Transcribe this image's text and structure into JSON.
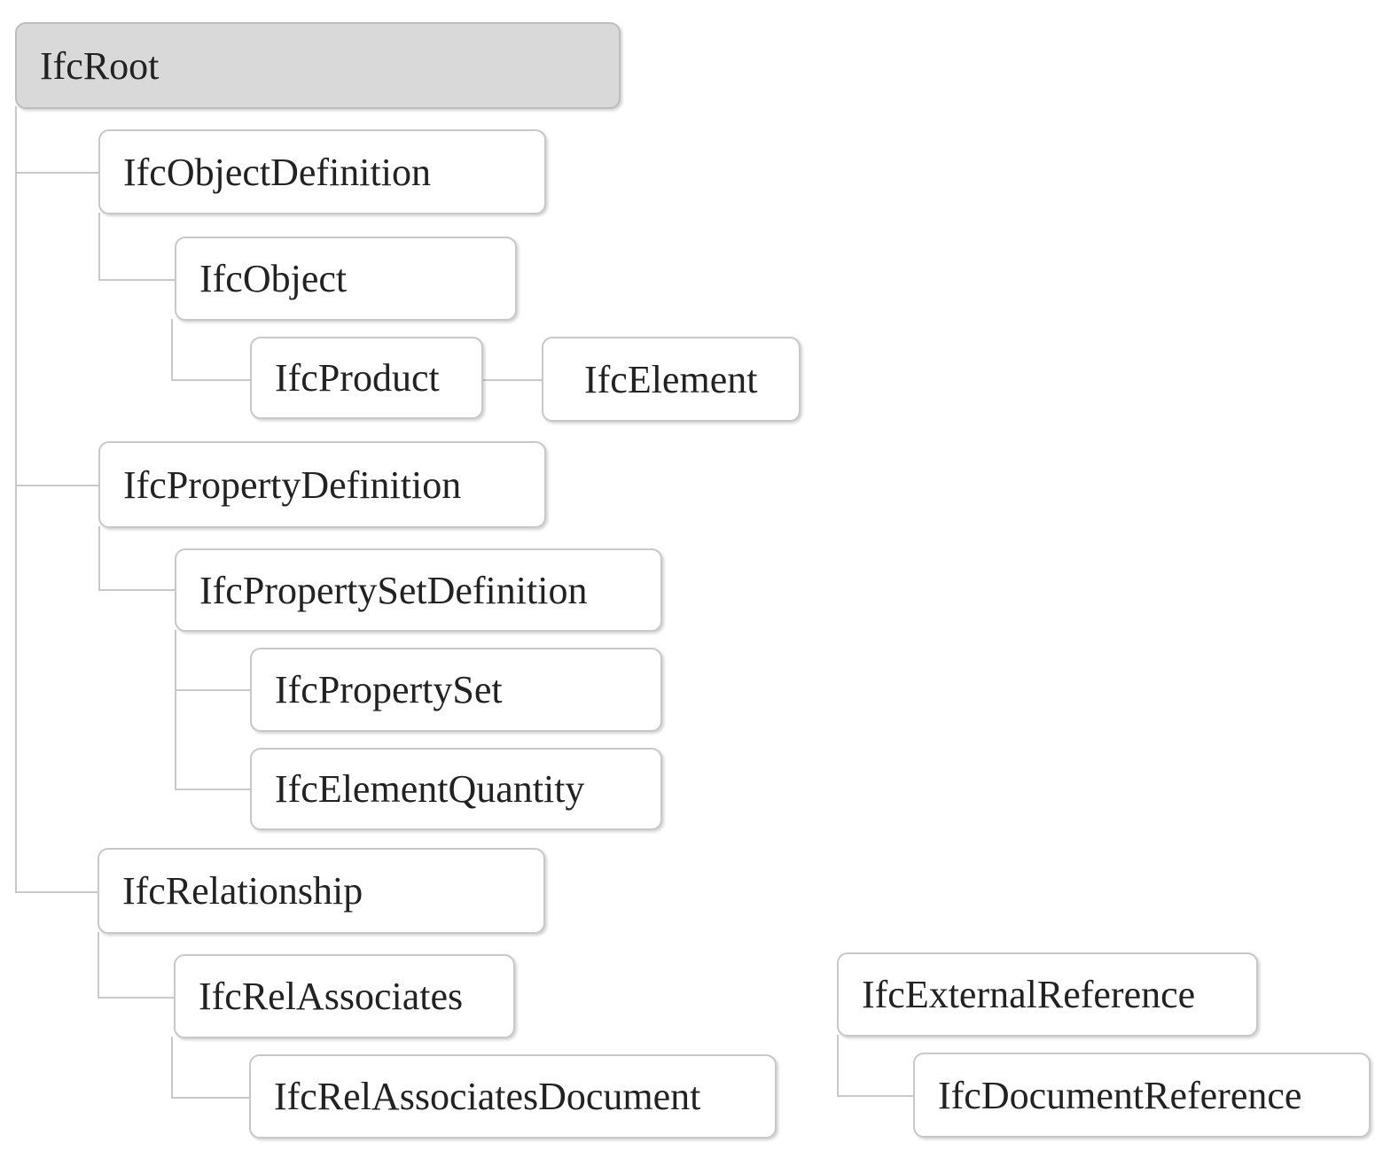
{
  "nodes": {
    "root": "IfcRoot",
    "object_definition": "IfcObjectDefinition",
    "object": "IfcObject",
    "product": "IfcProduct",
    "element": "IfcElement",
    "property_definition": "IfcPropertyDefinition",
    "property_set_definition": "IfcPropertySetDefinition",
    "property_set": "IfcPropertySet",
    "element_quantity": "IfcElementQuantity",
    "relationship": "IfcRelationship",
    "rel_associates": "IfcRelAssociates",
    "rel_associates_document": "IfcRelAssociatesDocument",
    "external_reference": "IfcExternalReference",
    "document_reference": "IfcDocumentReference"
  },
  "edges": [
    [
      "root",
      "object_definition"
    ],
    [
      "root",
      "property_definition"
    ],
    [
      "root",
      "relationship"
    ],
    [
      "object_definition",
      "object"
    ],
    [
      "object",
      "product"
    ],
    [
      "product",
      "element"
    ],
    [
      "property_definition",
      "property_set_definition"
    ],
    [
      "property_set_definition",
      "property_set"
    ],
    [
      "property_set_definition",
      "element_quantity"
    ],
    [
      "relationship",
      "rel_associates"
    ],
    [
      "rel_associates",
      "rel_associates_document"
    ],
    [
      "external_reference",
      "document_reference"
    ]
  ],
  "colors": {
    "root_fill": "#d9d9d9",
    "node_fill": "#ffffff",
    "border": "#c8c8c8",
    "connector": "#c9c9c9",
    "text": "#222222"
  }
}
